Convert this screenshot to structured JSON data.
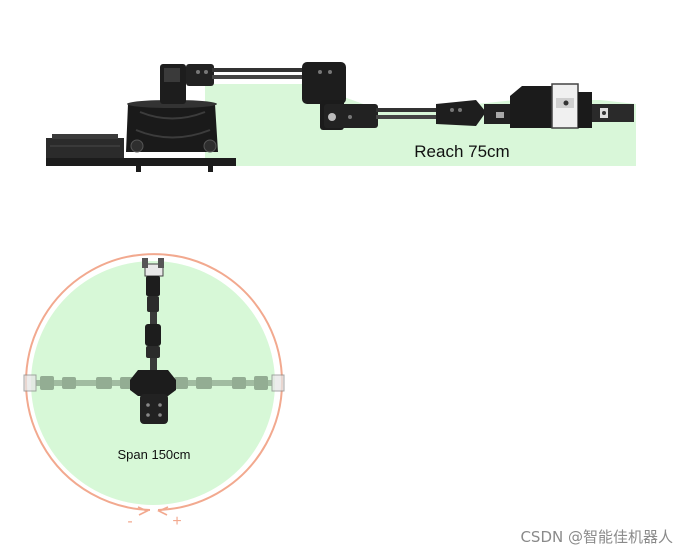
{
  "side_view": {
    "reach_label": "Reach 75cm",
    "reach_area_color": "#d9f7d9"
  },
  "top_view": {
    "span_label": "Span 150cm",
    "span_area_color": "#d7f8d7",
    "rotation_arc_color": "#f2a98f",
    "rotation_minus": "-",
    "rotation_plus": "+"
  },
  "watermark": "CSDN @智能佳机器人"
}
